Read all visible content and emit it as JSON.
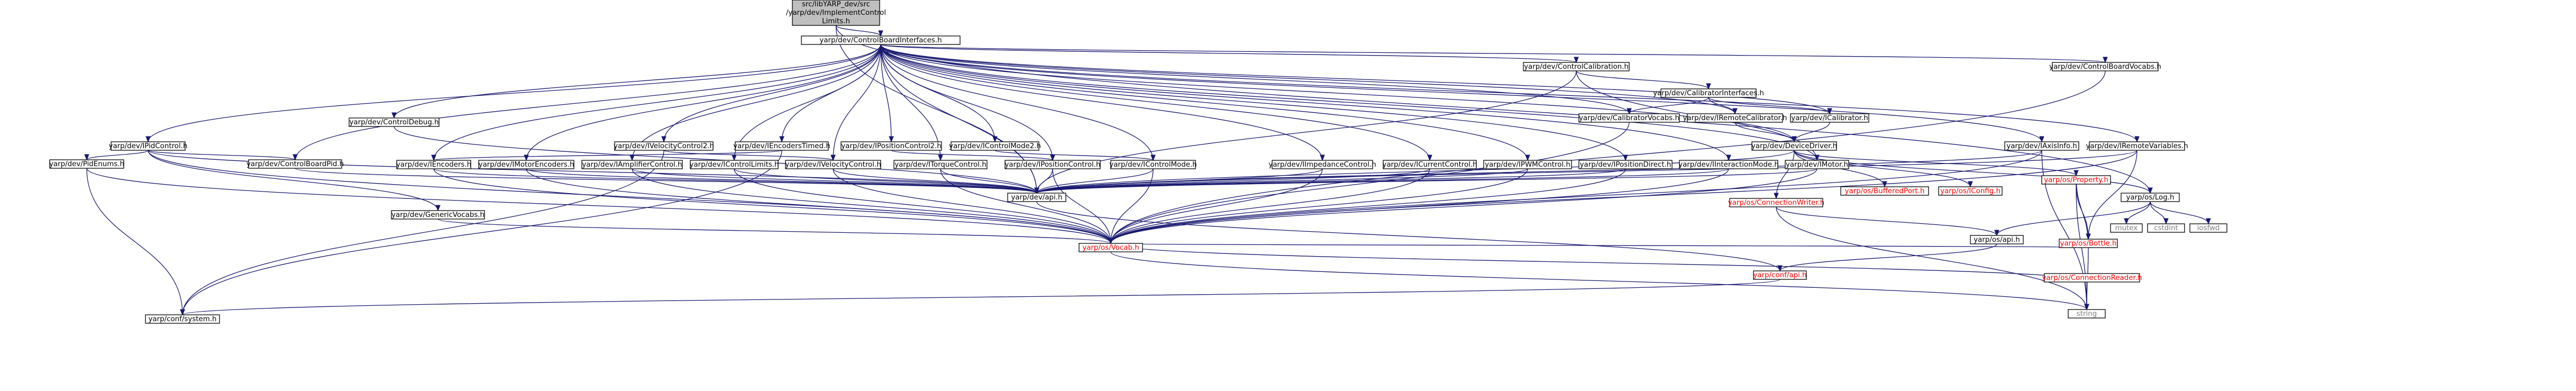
{
  "colors": {
    "edge": "#191970",
    "node_fill": "#ffffff",
    "root_fill": "#bfbfbf",
    "border": "#000000",
    "link_text": "#000000",
    "external_border": "#bfbfbf",
    "external_text": "#ff0000",
    "system_border": "#d3d3d3",
    "system_text": "#7f7f7f"
  },
  "nodes": [
    {
      "id": "root",
      "label": [
        "src/libYARP_dev/src",
        "/yarp/dev/ImplementControl",
        "Limits.h"
      ],
      "kind": "root"
    },
    {
      "id": "cbi",
      "label": [
        "yarp/dev/ControlBoardInterfaces.h"
      ],
      "kind": "normal"
    },
    {
      "id": "ipid",
      "label": [
        "yarp/dev/IPidControl.h"
      ],
      "kind": "normal"
    },
    {
      "id": "pidenums",
      "label": [
        "yarp/dev/PidEnums.h"
      ],
      "kind": "normal"
    },
    {
      "id": "cbpid",
      "label": [
        "yarp/dev/ControlBoardPid.h"
      ],
      "kind": "normal"
    },
    {
      "id": "cdebug",
      "label": [
        "yarp/dev/ControlDebug.h"
      ],
      "kind": "normal"
    },
    {
      "id": "ivel2",
      "label": [
        "yarp/dev/IVelocityControl2.h"
      ],
      "kind": "normal"
    },
    {
      "id": "iencT",
      "label": [
        "yarp/dev/IEncodersTimed.h"
      ],
      "kind": "normal"
    },
    {
      "id": "ipos2",
      "label": [
        "yarp/dev/IPositionControl2.h"
      ],
      "kind": "normal"
    },
    {
      "id": "icm2",
      "label": [
        "yarp/dev/IControlMode2.h"
      ],
      "kind": "normal"
    },
    {
      "id": "icalib",
      "label": [
        "yarp/dev/ControlCalibration.h"
      ],
      "kind": "normal"
    },
    {
      "id": "calibIf",
      "label": [
        "yarp/dev/CalibratorInterfaces.h"
      ],
      "kind": "normal"
    },
    {
      "id": "cbvocabs",
      "label": [
        "yarp/dev/ControlBoardVocabs.h"
      ],
      "kind": "normal"
    },
    {
      "id": "calibvocabs",
      "label": [
        "yarp/dev/CalibratorVocabs.h"
      ],
      "kind": "normal"
    },
    {
      "id": "iremcal",
      "label": [
        "yarp/dev/IRemoteCalibrator.h"
      ],
      "kind": "normal"
    },
    {
      "id": "icalibrator",
      "label": [
        "yarp/dev/ICalibrator.h"
      ],
      "kind": "normal"
    },
    {
      "id": "iaxis",
      "label": [
        "yarp/dev/IAxisInfo.h"
      ],
      "kind": "normal"
    },
    {
      "id": "iremvar",
      "label": [
        "yarp/dev/IRemoteVariables.h"
      ],
      "kind": "normal"
    },
    {
      "id": "idevdrv",
      "label": [
        "yarp/dev/DeviceDriver.h"
      ],
      "kind": "normal"
    },
    {
      "id": "ienc",
      "label": [
        "yarp/dev/IEncoders.h"
      ],
      "kind": "normal"
    },
    {
      "id": "imotenc",
      "label": [
        "yarp/dev/IMotorEncoders.h"
      ],
      "kind": "normal"
    },
    {
      "id": "iamp",
      "label": [
        "yarp/dev/IAmplifierControl.h"
      ],
      "kind": "normal"
    },
    {
      "id": "ilim",
      "label": [
        "yarp/dev/IControlLimits.h"
      ],
      "kind": "normal"
    },
    {
      "id": "ivel",
      "label": [
        "yarp/dev/IVelocityControl.h"
      ],
      "kind": "normal"
    },
    {
      "id": "itorque",
      "label": [
        "yarp/dev/ITorqueControl.h"
      ],
      "kind": "normal"
    },
    {
      "id": "ipos",
      "label": [
        "yarp/dev/IPositionControl.h"
      ],
      "kind": "normal"
    },
    {
      "id": "icm",
      "label": [
        "yarp/dev/IControlMode.h"
      ],
      "kind": "normal"
    },
    {
      "id": "iimp",
      "label": [
        "yarp/dev/IImpedanceControl.h"
      ],
      "kind": "normal"
    },
    {
      "id": "icur",
      "label": [
        "yarp/dev/ICurrentControl.h"
      ],
      "kind": "normal"
    },
    {
      "id": "ipwm",
      "label": [
        "yarp/dev/IPWMControl.h"
      ],
      "kind": "normal"
    },
    {
      "id": "iposd",
      "label": [
        "yarp/dev/IPositionDirect.h"
      ],
      "kind": "normal"
    },
    {
      "id": "iinter",
      "label": [
        "yarp/dev/IInteractionMode.h"
      ],
      "kind": "normal"
    },
    {
      "id": "imotor",
      "label": [
        "yarp/dev/IMotor.h"
      ],
      "kind": "normal"
    },
    {
      "id": "genvocabs",
      "label": [
        "yarp/dev/GenericVocabs.h"
      ],
      "kind": "normal"
    },
    {
      "id": "devapi",
      "label": [
        "yarp/dev/api.h"
      ],
      "kind": "normal"
    },
    {
      "id": "connwriter",
      "label": [
        "yarp/os/ConnectionWriter.h"
      ],
      "kind": "external"
    },
    {
      "id": "bufport",
      "label": [
        "yarp/os/BufferedPort.h"
      ],
      "kind": "external"
    },
    {
      "id": "iconfig",
      "label": [
        "yarp/os/IConfig.h"
      ],
      "kind": "external"
    },
    {
      "id": "property",
      "label": [
        "yarp/os/Property.h"
      ],
      "kind": "external"
    },
    {
      "id": "oslog",
      "label": [
        "yarp/os/Log.h"
      ],
      "kind": "normal"
    },
    {
      "id": "osapi",
      "label": [
        "yarp/os/api.h"
      ],
      "kind": "normal"
    },
    {
      "id": "bottle",
      "label": [
        "yarp/os/Bottle.h"
      ],
      "kind": "external"
    },
    {
      "id": "connreader",
      "label": [
        "yarp/os/ConnectionReader.h"
      ],
      "kind": "external"
    },
    {
      "id": "vocab",
      "label": [
        "yarp/os/Vocab.h"
      ],
      "kind": "external"
    },
    {
      "id": "conflaps",
      "label": [
        "yarp/conf/api.h"
      ],
      "kind": "external"
    },
    {
      "id": "confsystem",
      "label": [
        "yarp/conf/system.h"
      ],
      "kind": "normal"
    },
    {
      "id": "mutex",
      "label": [
        "mutex"
      ],
      "kind": "system"
    },
    {
      "id": "cstdint",
      "label": [
        "cstdint"
      ],
      "kind": "system"
    },
    {
      "id": "iosfwd",
      "label": [
        "iosfwd"
      ],
      "kind": "system"
    },
    {
      "id": "string",
      "label": [
        "string"
      ],
      "kind": "system"
    }
  ],
  "edges": [
    [
      "root",
      "cbi"
    ],
    [
      "root",
      "devapi"
    ],
    [
      "root",
      "oslog"
    ],
    [
      "cbi",
      "ipid"
    ],
    [
      "cbi",
      "cbpid"
    ],
    [
      "cbi",
      "cdebug"
    ],
    [
      "cbi",
      "ivel2"
    ],
    [
      "cbi",
      "iencT"
    ],
    [
      "cbi",
      "ipos2"
    ],
    [
      "cbi",
      "icm2"
    ],
    [
      "cbi",
      "icalib"
    ],
    [
      "cbi",
      "cbvocabs"
    ],
    [
      "cbi",
      "calibvocabs"
    ],
    [
      "cbi",
      "iremcal"
    ],
    [
      "cbi",
      "icalibrator"
    ],
    [
      "cbi",
      "iaxis"
    ],
    [
      "cbi",
      "iremvar"
    ],
    [
      "cbi",
      "idevdrv"
    ],
    [
      "cbi",
      "ienc"
    ],
    [
      "cbi",
      "imotenc"
    ],
    [
      "cbi",
      "iamp"
    ],
    [
      "cbi",
      "ilim"
    ],
    [
      "cbi",
      "ivel"
    ],
    [
      "cbi",
      "itorque"
    ],
    [
      "cbi",
      "ipos"
    ],
    [
      "cbi",
      "icm"
    ],
    [
      "cbi",
      "iimp"
    ],
    [
      "cbi",
      "icur"
    ],
    [
      "cbi",
      "ipwm"
    ],
    [
      "cbi",
      "iposd"
    ],
    [
      "cbi",
      "iinter"
    ],
    [
      "cbi",
      "imotor"
    ],
    [
      "cbi",
      "devapi"
    ],
    [
      "ipid",
      "pidenums"
    ],
    [
      "ipid",
      "cbpid"
    ],
    [
      "ipid",
      "genvocabs"
    ],
    [
      "ipid",
      "devapi"
    ],
    [
      "ipid",
      "vocab"
    ],
    [
      "pidenums",
      "confsystem"
    ],
    [
      "pidenums",
      "vocab"
    ],
    [
      "cbpid",
      "devapi"
    ],
    [
      "cdebug",
      "devapi"
    ],
    [
      "ivel2",
      "ivel"
    ],
    [
      "ivel2",
      "confsystem"
    ],
    [
      "iencT",
      "ienc"
    ],
    [
      "iencT",
      "confsystem"
    ],
    [
      "ipos2",
      "ipos"
    ],
    [
      "icm2",
      "icm"
    ],
    [
      "icalib",
      "devapi"
    ],
    [
      "icalib",
      "calibIf"
    ],
    [
      "icalib",
      "imotor"
    ],
    [
      "calibIf",
      "calibvocabs"
    ],
    [
      "calibIf",
      "iremcal"
    ],
    [
      "calibIf",
      "icalibrator"
    ],
    [
      "iremcal",
      "idevdrv"
    ],
    [
      "icalibrator",
      "idevdrv"
    ],
    [
      "cbvocabs",
      "vocab"
    ],
    [
      "calibvocabs",
      "vocab"
    ],
    [
      "iaxis",
      "devapi"
    ],
    [
      "iaxis",
      "vocab"
    ],
    [
      "iaxis",
      "string"
    ],
    [
      "iremvar",
      "devapi"
    ],
    [
      "iremvar",
      "vocab"
    ],
    [
      "iremvar",
      "bottle"
    ],
    [
      "idevdrv",
      "devapi"
    ],
    [
      "idevdrv",
      "connwriter"
    ],
    [
      "idevdrv",
      "bufport"
    ],
    [
      "idevdrv",
      "iconfig"
    ],
    [
      "idevdrv",
      "property"
    ],
    [
      "idevdrv",
      "oslog"
    ],
    [
      "ienc",
      "devapi"
    ],
    [
      "ienc",
      "vocab"
    ],
    [
      "imotenc",
      "devapi"
    ],
    [
      "imotenc",
      "vocab"
    ],
    [
      "iamp",
      "devapi"
    ],
    [
      "iamp",
      "vocab"
    ],
    [
      "ilim",
      "devapi"
    ],
    [
      "ilim",
      "vocab"
    ],
    [
      "ivel",
      "devapi"
    ],
    [
      "ivel",
      "vocab"
    ],
    [
      "itorque",
      "devapi"
    ],
    [
      "itorque",
      "vocab"
    ],
    [
      "ipos",
      "devapi"
    ],
    [
      "ipos",
      "vocab"
    ],
    [
      "icm",
      "devapi"
    ],
    [
      "icm",
      "vocab"
    ],
    [
      "iimp",
      "devapi"
    ],
    [
      "iimp",
      "vocab"
    ],
    [
      "icur",
      "devapi"
    ],
    [
      "icur",
      "vocab"
    ],
    [
      "ipwm",
      "devapi"
    ],
    [
      "ipwm",
      "vocab"
    ],
    [
      "iposd",
      "devapi"
    ],
    [
      "iposd",
      "vocab"
    ],
    [
      "iinter",
      "devapi"
    ],
    [
      "iinter",
      "vocab"
    ],
    [
      "imotor",
      "devapi"
    ],
    [
      "imotor",
      "vocab"
    ],
    [
      "genvocabs",
      "vocab"
    ],
    [
      "devapi",
      "conflaps"
    ],
    [
      "connwriter",
      "osapi"
    ],
    [
      "connwriter",
      "string"
    ],
    [
      "property",
      "bottle"
    ],
    [
      "property",
      "string"
    ],
    [
      "bottle",
      "property"
    ],
    [
      "bottle",
      "string"
    ],
    [
      "bottle",
      "vocab"
    ],
    [
      "oslog",
      "osapi"
    ],
    [
      "oslog",
      "mutex"
    ],
    [
      "oslog",
      "cstdint"
    ],
    [
      "oslog",
      "iosfwd"
    ],
    [
      "osapi",
      "conflaps"
    ],
    [
      "vocab",
      "string"
    ],
    [
      "conflaps",
      "confsystem"
    ],
    [
      "connreader",
      "vocab"
    ]
  ]
}
